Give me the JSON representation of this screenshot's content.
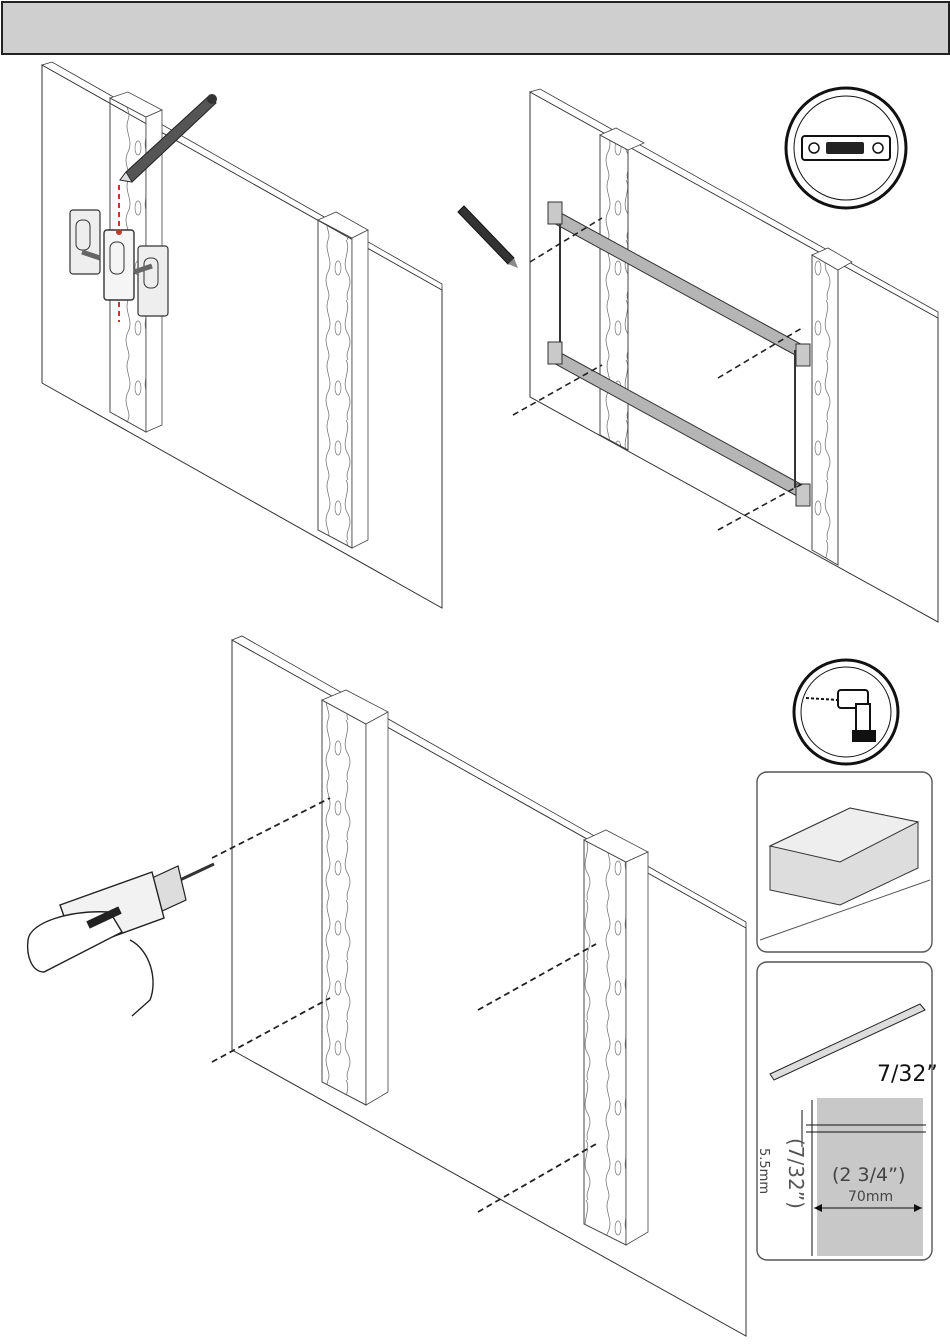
{
  "header": {
    "title": ""
  },
  "drill_bit": {
    "size_label": "7/32”"
  },
  "depth_diagram": {
    "diameter_in": "(7/32”)",
    "diameter_mm": "5.5mm",
    "depth_in": "(2 3/4”)",
    "depth_mm": "70mm"
  },
  "icons": {
    "step1": "pencil-icon",
    "step2": "level-icon",
    "step3": "drill-icon"
  },
  "colors": {
    "header_bg": "#cfcfcf",
    "guide_line": "#c0392b",
    "bracket": "#b5b5b5",
    "depth_panel": "#c8c8c8"
  }
}
